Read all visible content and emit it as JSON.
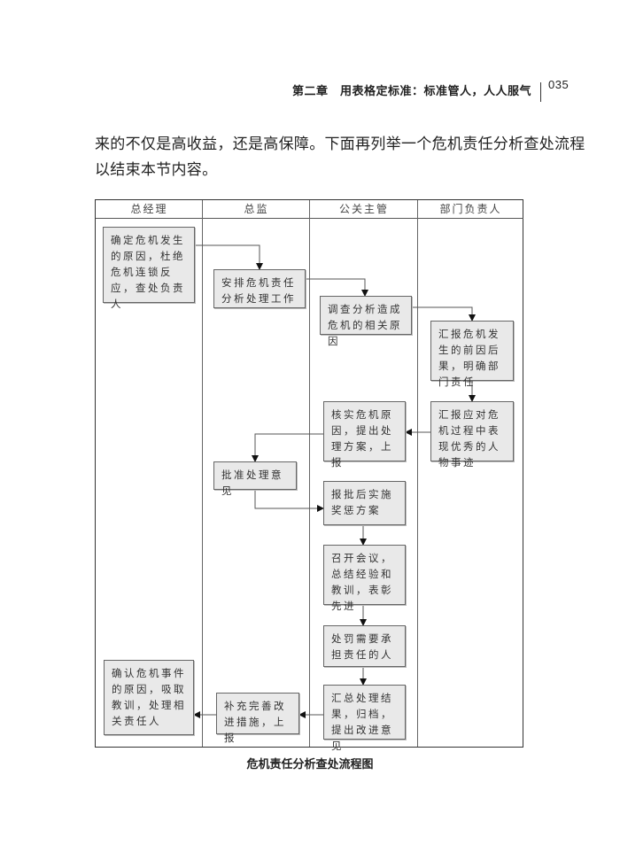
{
  "header": {
    "chapter": "第二章　用表格定标准：标准管人，人人服气",
    "page_number": "035"
  },
  "body_text": [
    "来的不仅是高收益，还是高保障。下面再列举一个危机责任分析查处流程",
    "以结束本节内容。"
  ],
  "flowchart": {
    "columns": [
      "总经理",
      "总监",
      "公关主管",
      "部门负责人"
    ],
    "steps": [
      "确定危机发生的原因，杜绝危机连锁反应，查处负责人",
      "安排危机责任分析处理工作",
      "调查分析造成危机的相关原因",
      "汇报危机发生的前因后果，明确部门责任",
      "汇报应对危机过程中表现优秀的人物事迹",
      "核实危机原因，提出处理方案，上报",
      "批准处理意见",
      "报批后实施奖惩方案",
      "召开会议，总结经验和教训，表彰先进",
      "处罚需要承担责任的人",
      "汇总处理结果，归档，提出改进意见",
      "补充完善改进措施，上报",
      "确认危机事件的原因，吸取教训，处理相关责任人"
    ],
    "caption": "危机责任分析查处流程图"
  }
}
